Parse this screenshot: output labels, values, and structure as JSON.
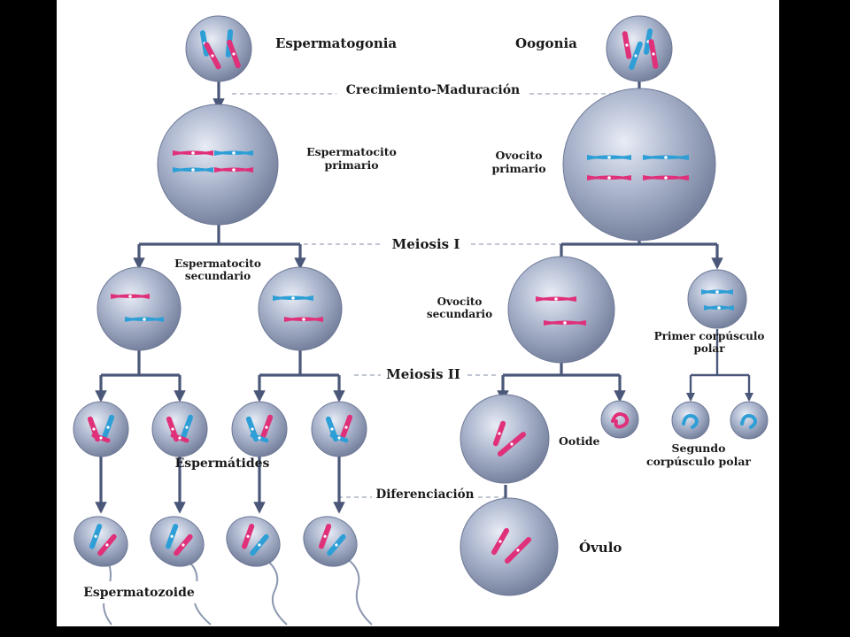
{
  "labels": {
    "espermatogonia": "Espermatogonia",
    "oogonia": "Oogonia",
    "crecimiento": "Crecimiento-Maduración",
    "esp_primario_1": "Espermatocito",
    "esp_primario_2": "primario",
    "ovo_primario_1": "Ovocito",
    "ovo_primario_2": "primario",
    "meiosis1": "Meiosis I",
    "esp_secundario_1": "Espermatocito",
    "esp_secundario_2": "secundario",
    "ovo_secundario_1": "Ovocito",
    "ovo_secundario_2": "secundario",
    "primer_polar_1": "Primer corpúsculo",
    "primer_polar_2": "polar",
    "meiosis2": "Meiosis II",
    "ootide": "Ootide",
    "segundo_polar_1": "Segundo",
    "segundo_polar_2": "corpúsculo  polar",
    "espermatides": "Espermátides",
    "diferenciacion": "Diferenciación",
    "ovulo": "Óvulo",
    "espermatozoide": "Espermatozoide"
  },
  "colors": {
    "cell": "#9ea9c2",
    "cell_dark": "#6d7896",
    "arrow": "#4a5778",
    "pink": "#e0307a",
    "blue": "#2e9fd6",
    "background": "#ffffff",
    "border": "#000000"
  }
}
